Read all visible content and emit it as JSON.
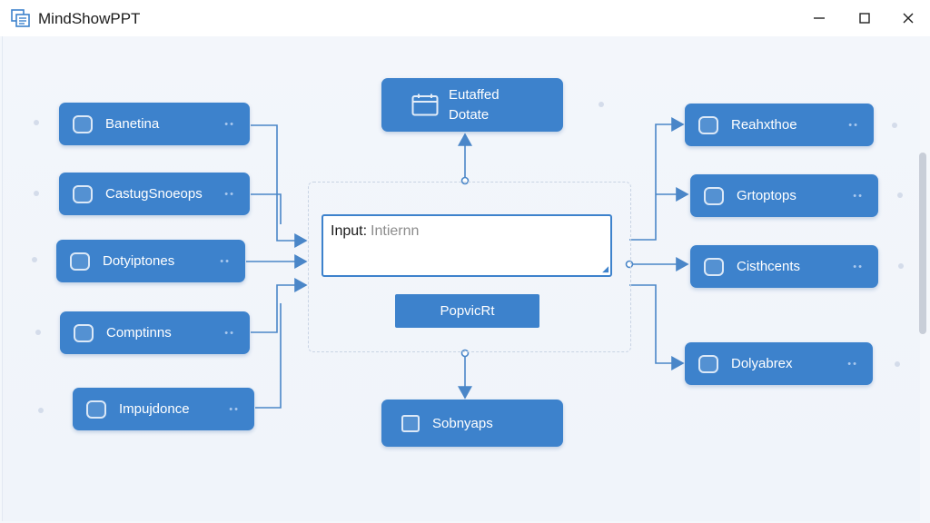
{
  "window": {
    "title": "MindShowPPT"
  },
  "left_nodes": [
    {
      "label": "Banetina"
    },
    {
      "label": "CastugSnoeops"
    },
    {
      "label": "Dotyiptones"
    },
    {
      "label": "Comptinns"
    },
    {
      "label": "Impujdonce"
    }
  ],
  "right_nodes": [
    {
      "label": "Reahxthoe"
    },
    {
      "label": "Grtoptops"
    },
    {
      "label": "Cisthcents"
    },
    {
      "label": "Dolyabrex"
    }
  ],
  "top_node": {
    "line1": "Eutaffed",
    "line2": "Dotate"
  },
  "bottom_node": {
    "label": "Sobnyaps"
  },
  "input": {
    "label": "Input:",
    "value": "Intiernn"
  },
  "convert_button": {
    "label": "PopvicRt"
  },
  "colors": {
    "node": "#3d82cc",
    "connector": "#4a86c8"
  }
}
